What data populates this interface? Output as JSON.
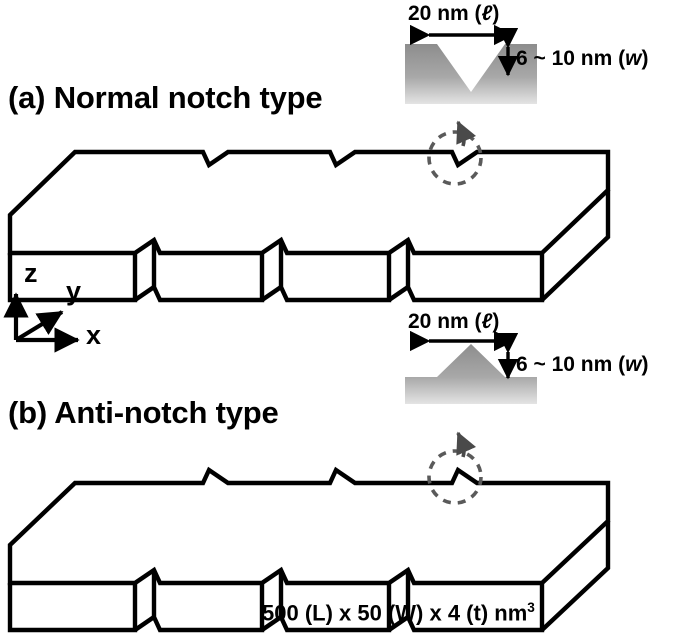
{
  "figure": {
    "title_absent": true,
    "background_color": "#ffffff",
    "line_color": "#000000",
    "highlight_circle_color": "#555555"
  },
  "panels": [
    {
      "id": "a",
      "label": "(a) Normal notch type",
      "notch_direction": "inward",
      "number_of_notches": 3
    },
    {
      "id": "b",
      "label": "(b) Anti-notch type",
      "notch_direction": "outward",
      "number_of_notches": 3
    }
  ],
  "insets": {
    "normal_notch": {
      "length_label_prefix": "20 nm (",
      "length_label_symbol": "ℓ",
      "length_label_suffix": ")",
      "width_label_prefix": "6 ~ 10 nm (",
      "width_label_symbol": "w",
      "width_label_suffix": ")",
      "shape": "v-groove",
      "gradient_top_color": "#8d8d8d",
      "gradient_bottom_color": "#e2e2e2"
    },
    "anti_notch": {
      "length_label_prefix": "20 nm (",
      "length_label_symbol": "ℓ",
      "length_label_suffix": ")",
      "width_label_prefix": "6 ~ 10 nm (",
      "width_label_symbol": "w",
      "width_label_suffix": ")",
      "shape": "triangular-bump",
      "gradient_top_color": "#8d8d8d",
      "gradient_bottom_color": "#e2e2e2"
    }
  },
  "axes": {
    "z": "z",
    "y": "y",
    "x": "x"
  },
  "footer": {
    "dimensions_text": "500 (L) x 50 (W) x 4 (t) nm",
    "exponent": "3"
  }
}
